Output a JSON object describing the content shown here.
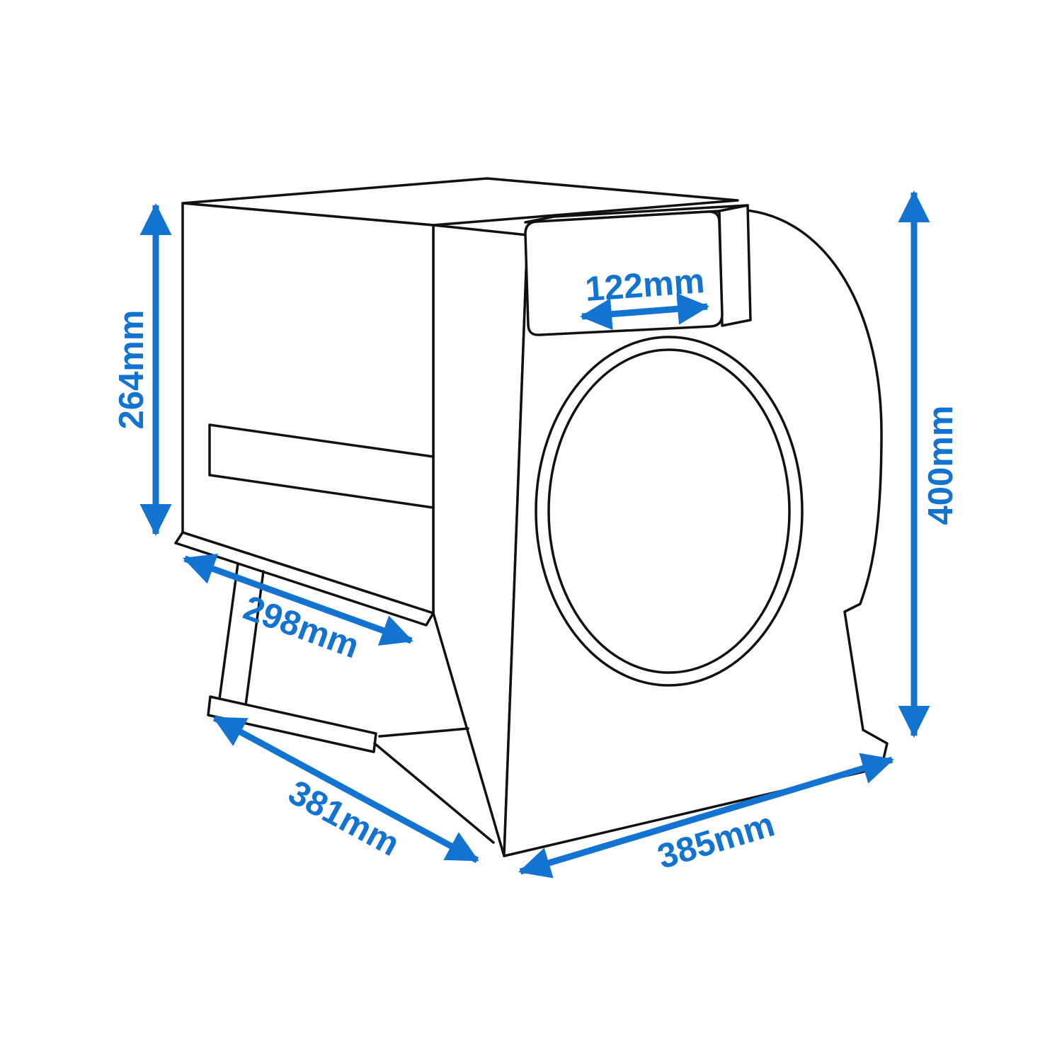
{
  "diagram": {
    "accent_color": "#1273d1",
    "line_color": "#111111",
    "dimensions": {
      "box_height": {
        "label": "264mm"
      },
      "outlet_width": {
        "label": "122mm"
      },
      "overall_height": {
        "label": "400mm"
      },
      "box_depth": {
        "label": "298mm"
      },
      "base_depth": {
        "label": "381mm"
      },
      "base_width": {
        "label": "385mm"
      }
    }
  }
}
